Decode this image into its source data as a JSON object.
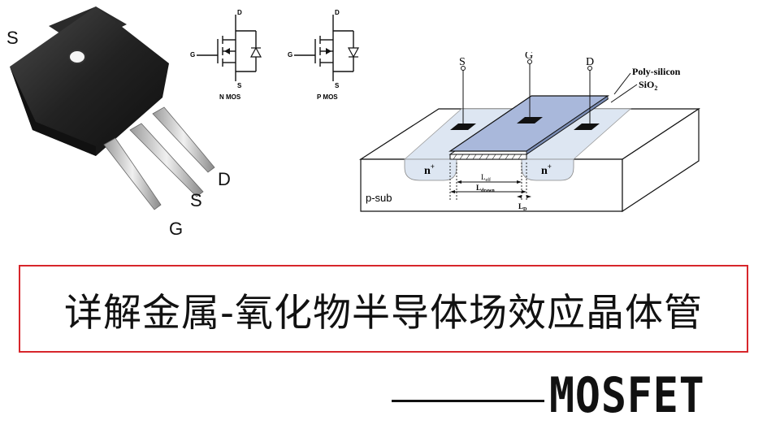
{
  "package": {
    "labels": {
      "s_top": "S",
      "d": "D",
      "s": "S",
      "g": "G"
    }
  },
  "symbols": [
    {
      "pins": {
        "d": "D",
        "g": "G",
        "s": "S"
      },
      "caption": "N MOS"
    },
    {
      "pins": {
        "d": "D",
        "g": "G",
        "s": "S"
      },
      "caption": "P MOS"
    }
  ],
  "cross_section": {
    "terminals": {
      "s": "S",
      "g": "G",
      "d": "D"
    },
    "layers": {
      "poly": "Poly-silicon",
      "oxide": "SiO",
      "oxide_sub": "2"
    },
    "regions": {
      "n_plus": "n",
      "n_plus_sup": "+",
      "substrate": "p-sub"
    },
    "dims": {
      "l_eff": "L",
      "l_eff_sub": "eff",
      "l_drawn": "L",
      "l_drawn_sub": "drawn",
      "l_d": "L",
      "l_d_sub": "D"
    },
    "colors": {
      "gate_fill": "#a9b8db",
      "well_fill": "#dde6f2"
    }
  },
  "title": {
    "text": "详解金属-氧化物半导体场效应晶体管",
    "border_color": "#d7262b"
  },
  "subtitle": {
    "text": "MOSFET"
  }
}
